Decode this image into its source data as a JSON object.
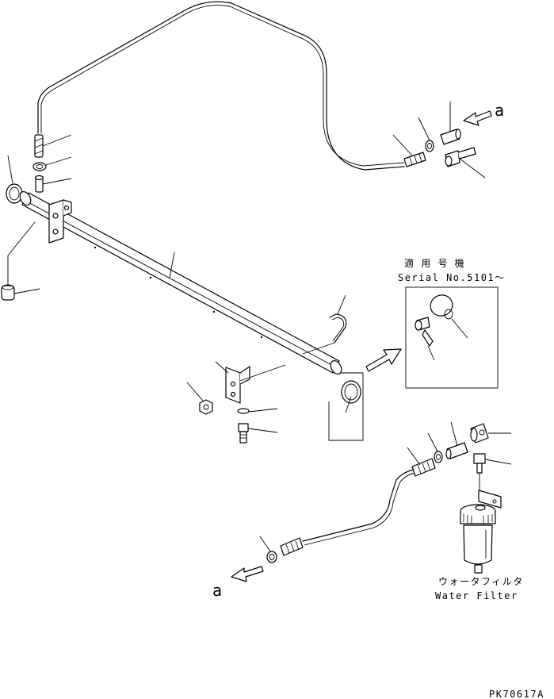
{
  "labels": {
    "ref_a_top": "a",
    "ref_a_bottom": "a",
    "serial_jp": "適 用 号 機",
    "serial_en": "Serial No.5101～",
    "filter_jp": "ウォータフィルタ",
    "filter_en": "Water Filter",
    "drawing_code": "PK70617A"
  }
}
